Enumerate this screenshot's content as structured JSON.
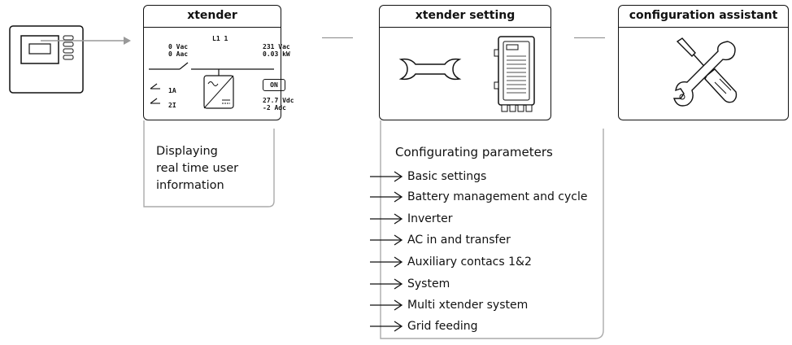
{
  "panels": {
    "xtender": {
      "title": "xtender",
      "line": "L1  1",
      "input": [
        "0 Vac",
        "0 Aac"
      ],
      "output": [
        "231 Vac",
        "0.03 kW"
      ],
      "switch1": "1A",
      "switch2": "2I",
      "on_label": "ON",
      "battery": [
        "27.7 Vdc",
        "-2 Adc"
      ],
      "description": [
        "Displaying",
        "real time user",
        "information"
      ]
    },
    "xtender_setting": {
      "title": "xtender setting",
      "params_title": "Configurating parameters",
      "params": [
        "Basic settings",
        "Battery management and cycle",
        "Inverter",
        "AC in and transfer",
        "Auxiliary contacs 1&2",
        "System",
        "Multi xtender system",
        "Grid feeding"
      ]
    },
    "configuration_assistant": {
      "title": "configuration assistant"
    }
  },
  "icons": [
    "remote-control-icon",
    "wrench-icon",
    "xtender-device-icon",
    "tools-icon",
    "inverter-symbol-icon"
  ]
}
